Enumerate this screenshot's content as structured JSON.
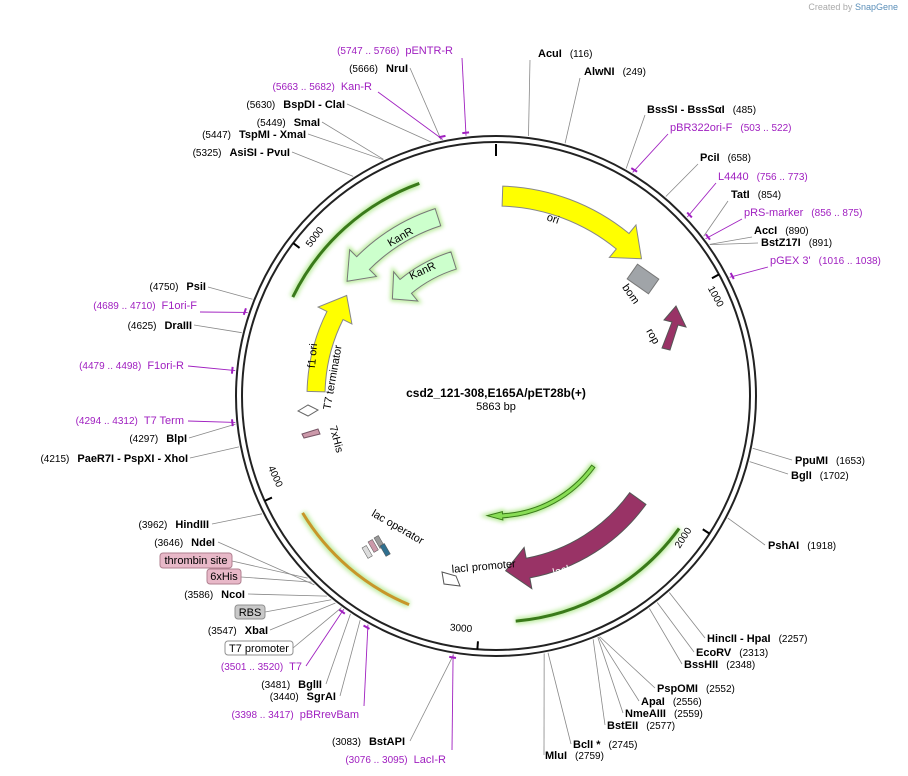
{
  "credit": {
    "prefix": "Created by",
    "brand": "SnapGene"
  },
  "plasmid": {
    "name": "csd2_121-308,E165A/pET28b(+)",
    "size_label": "5863 bp",
    "length": 5863
  },
  "ticks": [
    "1000",
    "2000",
    "3000",
    "4000",
    "5000"
  ],
  "colors": {
    "primer": "#a020c0",
    "ori": "#ffff00",
    "kanr": "#ccffcc",
    "laci": "#993366",
    "bom": "#a0a4a8",
    "rop": "#993366",
    "t7term": "#ffffff",
    "his": "#cc99aa",
    "lacop": "#8fb8c8",
    "orf_glow": "#88dd55"
  },
  "sites": [
    {
      "name": "AcuI",
      "pos": "(116)"
    },
    {
      "name": "AlwNI",
      "pos": "(249)"
    },
    {
      "name": "BssSI - BssSαI",
      "pos": "(485)"
    },
    {
      "name": "PciI",
      "pos": "(658)"
    },
    {
      "name": "TatI",
      "pos": "(854)"
    },
    {
      "name": "AccI",
      "pos": "(890)"
    },
    {
      "name": "BstZ17I",
      "pos": "(891)"
    },
    {
      "name": "PpuMI",
      "pos": "(1653)"
    },
    {
      "name": "BglI",
      "pos": "(1702)"
    },
    {
      "name": "PshAI",
      "pos": "(1918)"
    },
    {
      "name": "HincII - HpaI",
      "pos": "(2257)"
    },
    {
      "name": "EcoRV",
      "pos": "(2313)"
    },
    {
      "name": "BssHII",
      "pos": "(2348)"
    },
    {
      "name": "PspOMI",
      "pos": "(2552)"
    },
    {
      "name": "ApaI",
      "pos": "(2556)"
    },
    {
      "name": "NmeAIII",
      "pos": "(2559)"
    },
    {
      "name": "BstEII",
      "pos": "(2577)"
    },
    {
      "name": "BclI *",
      "pos": "(2745)"
    },
    {
      "name": "MluI",
      "pos": "(2759)"
    },
    {
      "name": "BstAPI",
      "pos": "(3083)"
    },
    {
      "name": "SgrAI",
      "pos": "(3440)"
    },
    {
      "name": "BglII",
      "pos": "(3481)"
    },
    {
      "name": "XbaI",
      "pos": "(3547)"
    },
    {
      "name": "NcoI",
      "pos": "(3586)"
    },
    {
      "name": "NdeI",
      "pos": "(3646)"
    },
    {
      "name": "HindIII",
      "pos": "(3962)"
    },
    {
      "name": "PaeR7I - PspXI - XhoI",
      "pos": "(4215)"
    },
    {
      "name": "BlpI",
      "pos": "(4297)"
    },
    {
      "name": "DraIII",
      "pos": "(4625)"
    },
    {
      "name": "PsiI",
      "pos": "(4750)"
    },
    {
      "name": "AsiSI - PvuI",
      "pos": "(5325)"
    },
    {
      "name": "TspMI - XmaI",
      "pos": "(5447)"
    },
    {
      "name": "SmaI",
      "pos": "(5449)"
    },
    {
      "name": "BspDI - ClaI",
      "pos": "(5630)"
    },
    {
      "name": "NruI",
      "pos": "(5666)"
    }
  ],
  "primers": [
    {
      "name": "pENTR-R",
      "pos": "(5747 .. 5766)"
    },
    {
      "name": "Kan-R",
      "pos": "(5663 .. 5682)"
    },
    {
      "name": "pBR322ori-F",
      "pos": "(503 .. 522)"
    },
    {
      "name": "L4440",
      "pos": "(756 .. 773)"
    },
    {
      "name": "pRS-marker",
      "pos": "(856 .. 875)"
    },
    {
      "name": "pGEX 3'",
      "pos": "(1016 .. 1038)"
    },
    {
      "name": "F1ori-F",
      "pos": "(4689 .. 4710)"
    },
    {
      "name": "F1ori-R",
      "pos": "(4479 .. 4498)"
    },
    {
      "name": "T7 Term",
      "pos": "(4294 .. 4312)"
    },
    {
      "name": "T7",
      "pos": "(3501 .. 3520)"
    },
    {
      "name": "pBRrevBam",
      "pos": "(3398 .. 3417)"
    },
    {
      "name": "LacI-R",
      "pos": "(3076 .. 3095)"
    }
  ],
  "boxed": [
    {
      "name": "thrombin site"
    },
    {
      "name": "6xHis"
    },
    {
      "name": "RBS"
    },
    {
      "name": "T7 promoter"
    }
  ],
  "features": {
    "ori": "ori",
    "kanr1": "KanR",
    "kanr2": "KanR",
    "f1ori": "f1 ori",
    "t7term": "T7 terminator",
    "his7": "7xHis",
    "bom": "bom",
    "rop": "rop",
    "laci": "lacI",
    "laci_prom": "lacI promoter",
    "lacop": "lac operator"
  }
}
